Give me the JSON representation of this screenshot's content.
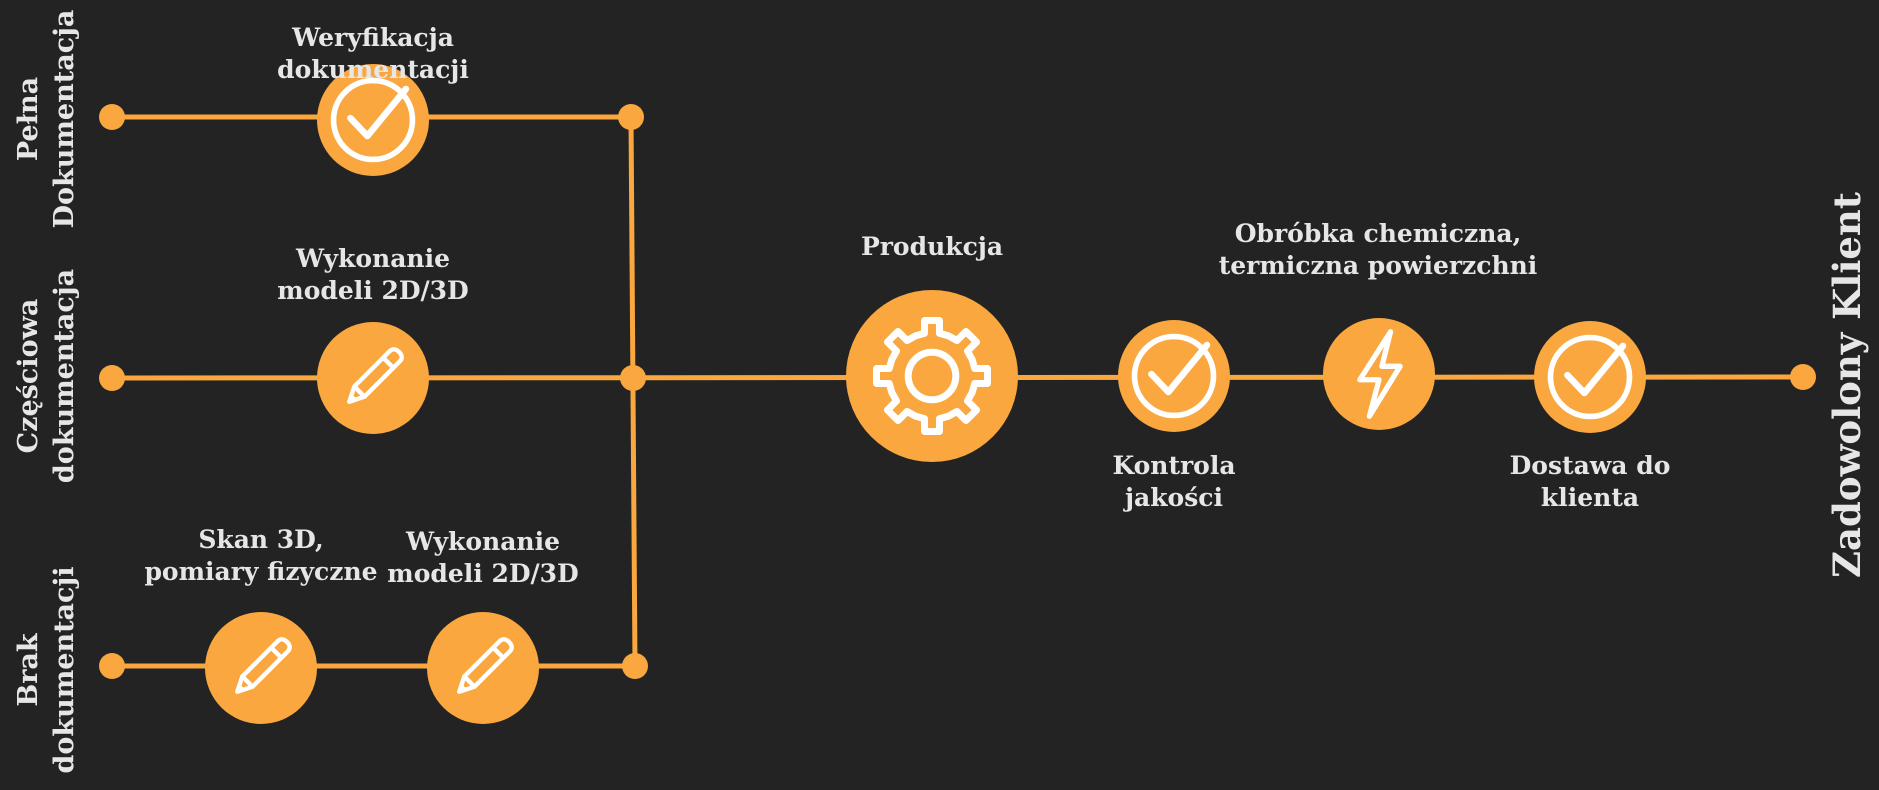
{
  "colors": {
    "background": "#232323",
    "accent": "#F9A73E",
    "text": "#E6E6E6",
    "icon_stroke": "#FFFFFF"
  },
  "rows": {
    "full": "Pełna\nDokumentacja",
    "partial": "Częściowa\ndokumentacja",
    "none": "Brak\ndokumentacji"
  },
  "steps": {
    "verification": {
      "label": "Weryfikacja dokumentacji",
      "icon": "check-circle-icon"
    },
    "models_partial": {
      "label": "Wykonanie\nmodeli 2D/3D",
      "icon": "pencil-icon"
    },
    "scan": {
      "label": "Skan 3D,\npomiary fizyczne",
      "icon": "pencil-icon"
    },
    "models_none": {
      "label": "Wykonanie\nmodeli 2D/3D",
      "icon": "pencil-icon"
    },
    "production": {
      "label": "Produkcja",
      "icon": "gear-icon"
    },
    "quality": {
      "label": "Kontrola\njakości",
      "icon": "check-circle-icon"
    },
    "treatment": {
      "label": "Obróbka chemiczna,\ntermiczna powierzchni",
      "icon": "lightning-icon"
    },
    "delivery": {
      "label": "Dostawa do\nklienta",
      "icon": "check-circle-icon"
    }
  },
  "end_label": "Zadowolony Klient"
}
